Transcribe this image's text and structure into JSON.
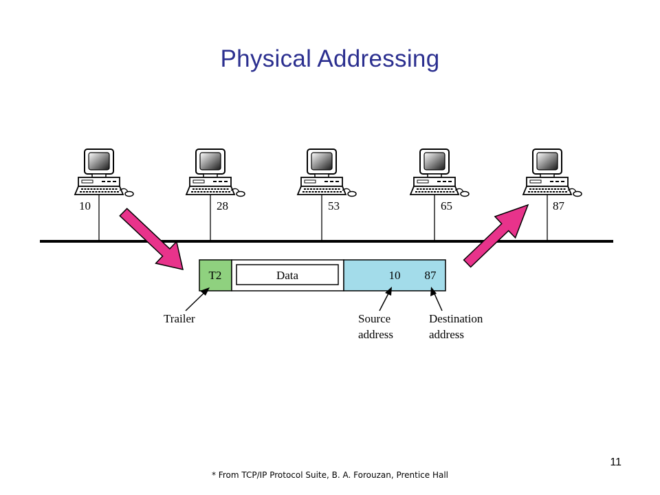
{
  "title": "Physical Addressing",
  "stations": [
    {
      "address": "10"
    },
    {
      "address": "28"
    },
    {
      "address": "53"
    },
    {
      "address": "65"
    },
    {
      "address": "87"
    }
  ],
  "frame": {
    "trailer": "T2",
    "data": "Data",
    "source_address": "10",
    "destination_address": "87"
  },
  "labels": {
    "trailer": "Trailer",
    "source_line1": "Source",
    "source_line2": "address",
    "destination_line1": "Destination",
    "destination_line2": "address"
  },
  "colors": {
    "title": "#2b2f8f",
    "trailer_fill": "#8fd17f",
    "header_fill": "#a3dcea",
    "arrow": "#e8338b"
  },
  "footer": {
    "credit": "* From TCP/IP Protocol Suite, B. A. Forouzan, Prentice Hall",
    "page_number": "11"
  }
}
